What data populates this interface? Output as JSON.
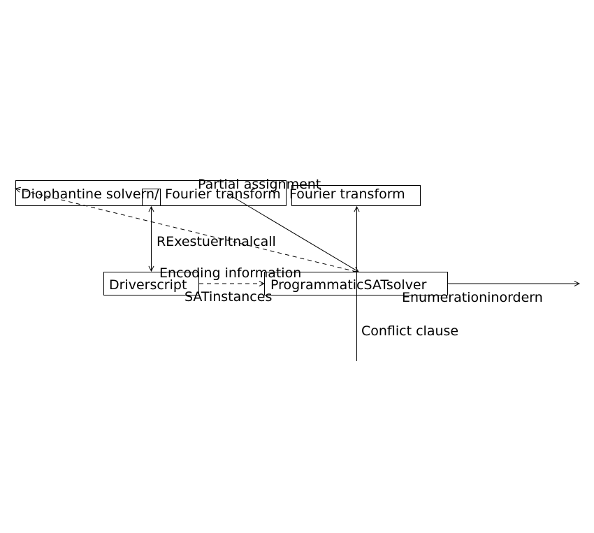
{
  "diagram": {
    "nodes": {
      "diophantine": "Diophantine solvern/",
      "fourier_left": "Fourier transform",
      "fourier_right": "Fourier transform",
      "driver": "Driverscript",
      "sat_solver": "ProgrammaticSATsolver"
    },
    "edges": {
      "partial_assignment": "Partial assignment",
      "external_call": "RExestuerltnalcall",
      "encoding_information": "Encoding information",
      "sat_instances": "SATinstances",
      "enumeration": "Enumerationinordern",
      "conflict_clause": "Conflict clause"
    }
  }
}
